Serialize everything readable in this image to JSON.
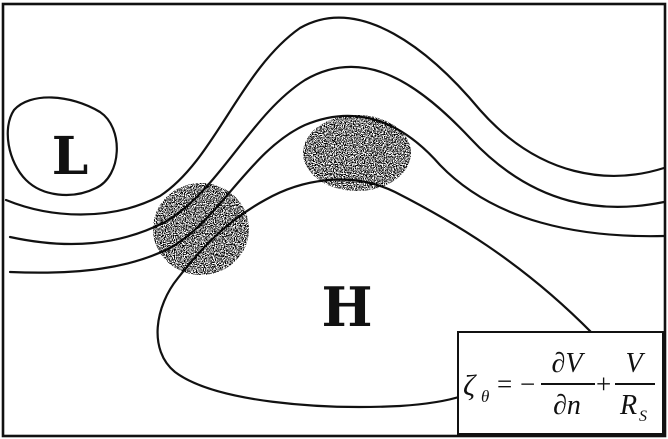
{
  "labels": {
    "low": "L",
    "high": "H"
  },
  "equation": {
    "lhs_symbol": "ζ",
    "lhs_subscript": "θ",
    "equals": "=",
    "minus": "−",
    "term1_numerator": "∂V",
    "term1_denominator": "∂n",
    "plus": "+",
    "term2_numerator": "V",
    "term2_denominator_symbol": "R",
    "term2_denominator_subscript": "S"
  },
  "colors": {
    "line": "#111111",
    "background": "#ffffff",
    "stipple": "#1a1a1a"
  }
}
